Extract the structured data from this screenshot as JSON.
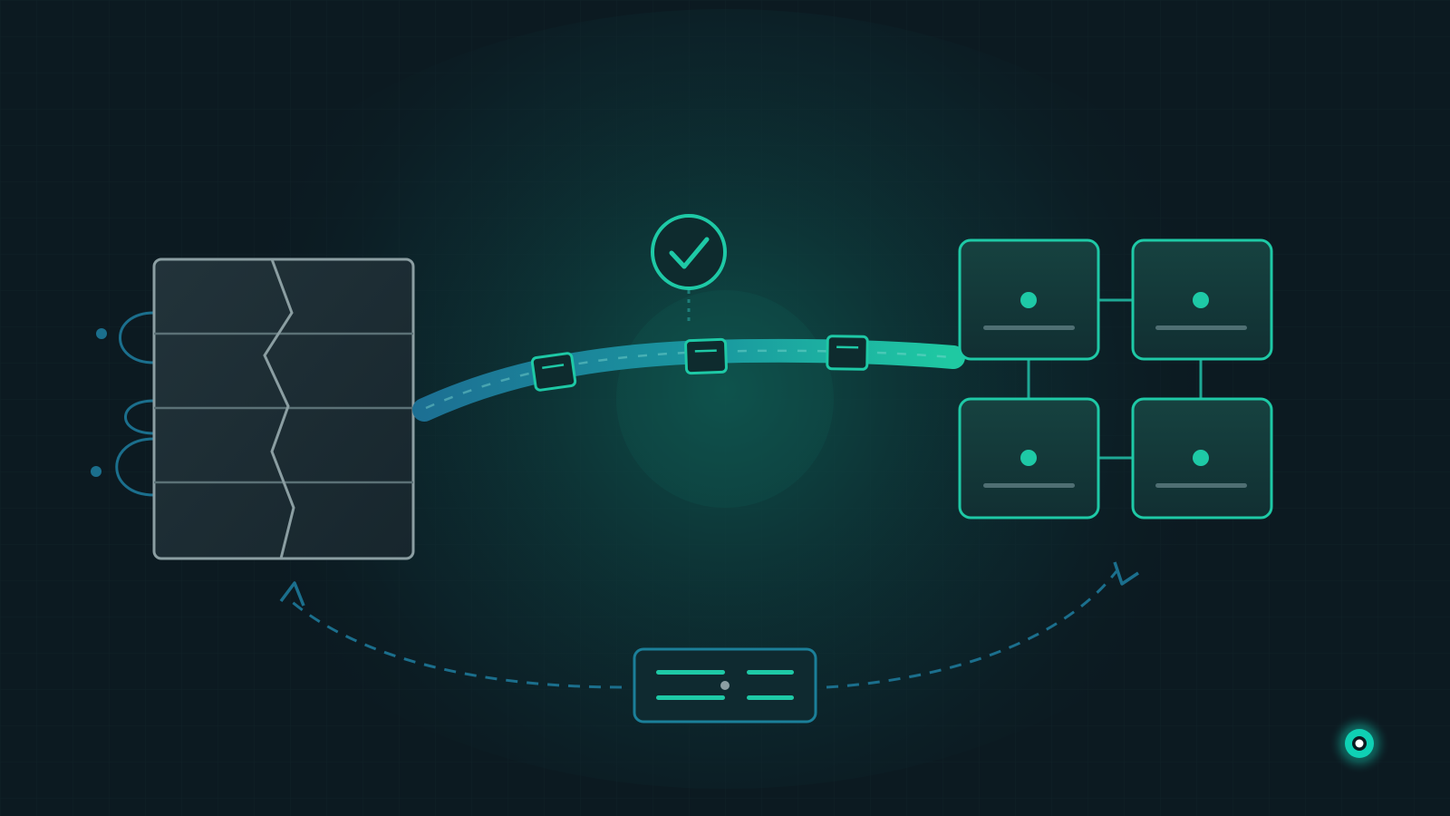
{
  "colors": {
    "background": "#0c1a21",
    "glow": "#0f5a52",
    "accent": "#1ec9a6",
    "accent_blue": "#1d7fa3",
    "panel_stroke": "#8b9ea2",
    "panel_fill": "#1b2c33",
    "card_fill": "#133a3b",
    "card_bar": "#4f6f73",
    "dashed_arrow": "#1b6f8d",
    "status_dot": "#0fd0b4"
  },
  "icons": {
    "check": "check-circle-icon",
    "status": "status-dot-icon",
    "legacy_system": "legacy-table-icon",
    "target_system": "module-grid-icon",
    "feedback": "config-panel-icon"
  },
  "pipeline": {
    "packet_count": 3,
    "packets": [
      "packet",
      "packet",
      "packet"
    ]
  },
  "target_grid": {
    "card_count": 4
  },
  "legacy_panel": {
    "row_count": 4
  }
}
